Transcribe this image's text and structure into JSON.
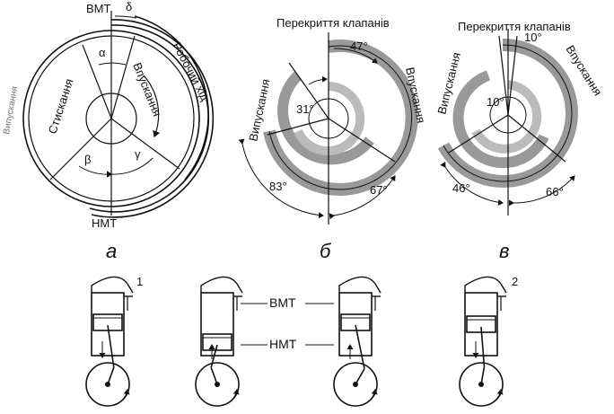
{
  "diagram_a": {
    "tdc": "ВМТ",
    "bdc": "НМТ",
    "intake": "Впускання",
    "compression": "Стискання",
    "power_stroke": "Робочий хід",
    "exhaust": "Випускання",
    "alpha": "α",
    "beta": "β",
    "gamma": "γ",
    "delta": "δ",
    "letter": "а"
  },
  "diagram_b": {
    "overlap": "Перекриття клапанів",
    "intake": "Впускання",
    "exhaust": "Випускання",
    "angle_top_right": "47°",
    "angle_top_left": "31°",
    "angle_bottom_left": "83°",
    "angle_bottom_right": "67°",
    "letter": "б"
  },
  "diagram_c": {
    "overlap": "Перекриття клапанів",
    "intake": "Впускання",
    "exhaust": "Випускання",
    "angle_top_right": "10°",
    "angle_top_left": "10°",
    "angle_bottom_left": "46°",
    "angle_bottom_right": "66°",
    "letter": "в"
  },
  "engines": {
    "label_1": "1",
    "label_2": "2",
    "tdc": "ВМТ",
    "bdc": "НМТ"
  }
}
